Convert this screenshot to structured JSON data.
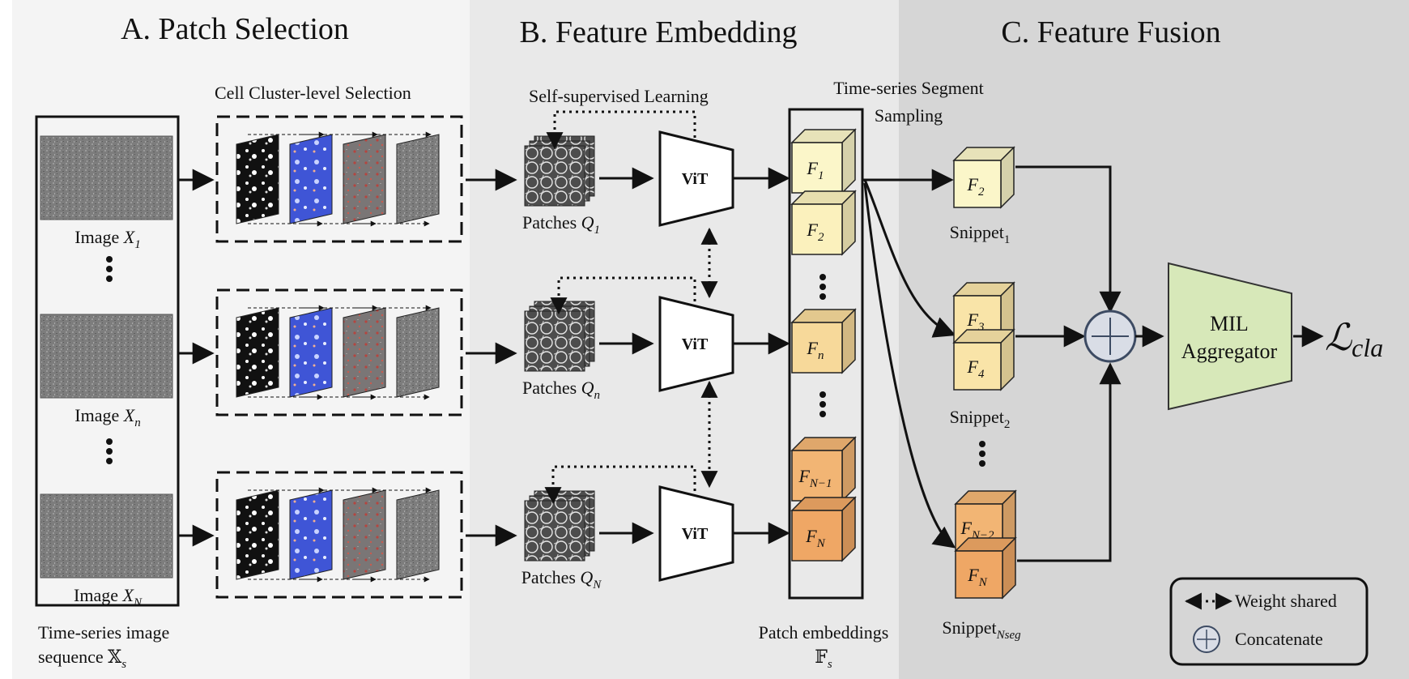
{
  "sections": {
    "a_title": "A. Patch Selection",
    "b_title": "B. Feature Embedding",
    "c_title": "C. Feature Fusion"
  },
  "patch_selection": {
    "cluster_label": "Cell Cluster-level Selection",
    "images": [
      {
        "prefix": "Image ",
        "var": "X",
        "sub": "1"
      },
      {
        "prefix": "Image ",
        "var": "X",
        "sub": "n"
      },
      {
        "prefix": "Image ",
        "var": "X",
        "sub": "N"
      }
    ],
    "sequence_label_line1": "Time-series image",
    "sequence_label_line2": "sequence ",
    "sequence_symbol": "𝕏",
    "sequence_sub": "s"
  },
  "feature_embedding": {
    "ssl_label": "Self-supervised Learning",
    "vit_label": "ViT",
    "patches": [
      {
        "prefix": "Patches ",
        "var": "Q",
        "sub": "1"
      },
      {
        "prefix": "Patches ",
        "var": "Q",
        "sub": "n"
      },
      {
        "prefix": "Patches ",
        "var": "Q",
        "sub": "N"
      }
    ],
    "sampling_label_line1": "Time-series Segment",
    "sampling_label_line2": "Sampling",
    "embeddings": [
      {
        "var": "F",
        "sub": "1",
        "color": "#fbf6c9"
      },
      {
        "var": "F",
        "sub": "2",
        "color": "#fbf1bd"
      },
      {
        "var": "F",
        "sub": "n",
        "color": "#f7d99a"
      },
      {
        "var": "F",
        "sub": "N−1",
        "color": "#f2b574"
      },
      {
        "var": "F",
        "sub": "N",
        "color": "#efa765"
      }
    ],
    "embeddings_label_line1": "Patch embeddings",
    "embeddings_symbol": "𝔽",
    "embeddings_sub": "s"
  },
  "feature_fusion": {
    "snippets": [
      {
        "prefix": "Snippet",
        "sub": "1"
      },
      {
        "prefix": "Snippet",
        "sub": "2"
      },
      {
        "prefix": "Snippet",
        "sub": "Nseg"
      }
    ],
    "snippet_cubes": [
      {
        "var": "F",
        "sub": "2",
        "color": "#fbf6c9"
      },
      {
        "var": "F",
        "sub": "3",
        "color": "#f9e4a8"
      },
      {
        "var": "F",
        "sub": "4",
        "color": "#f9e4a8"
      },
      {
        "var": "F",
        "sub": "N−2",
        "color": "#f2b574"
      },
      {
        "var": "F",
        "sub": "N",
        "color": "#efa765"
      }
    ],
    "aggregator_line1": "MIL",
    "aggregator_line2": "Aggregator",
    "loss_symbol": "ℒ",
    "loss_sub": "cla"
  },
  "legend": {
    "weight_shared": "Weight shared",
    "concatenate": "Concatenate"
  },
  "colors": {
    "panel_a": "#f4f4f4",
    "panel_b": "#e9e9e9",
    "panel_c": "#d6d6d6",
    "aggregator": "#d7e8b9",
    "concat_circle": "#d9dde6",
    "concat_stroke": "#3d4b63"
  }
}
